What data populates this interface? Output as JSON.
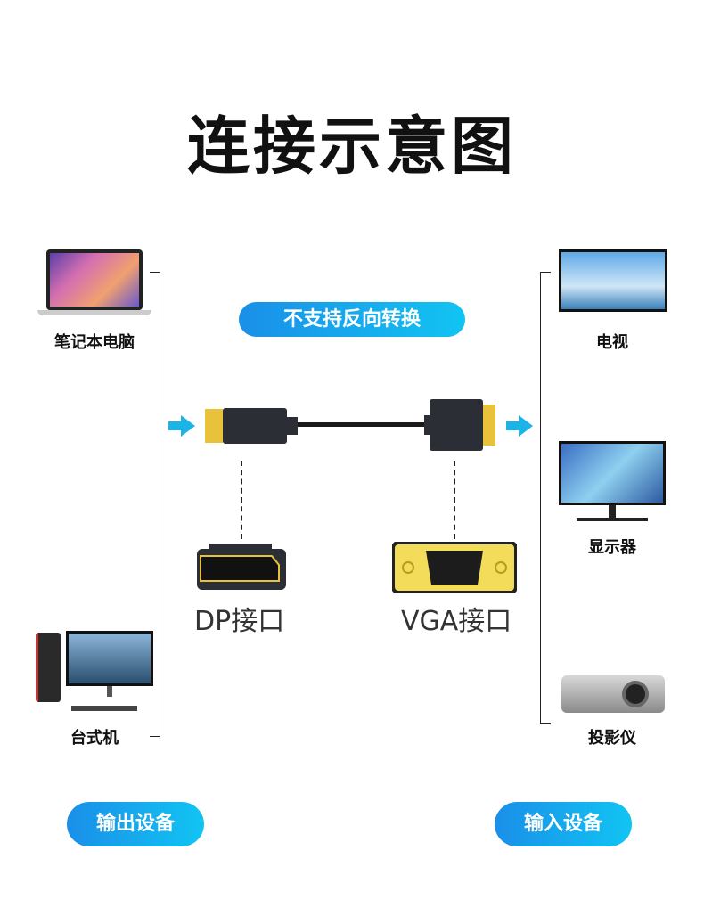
{
  "title": "连接示意图",
  "banner": "不支持反向转换",
  "output_devices": [
    {
      "label": "笔记本电脑"
    },
    {
      "label": "台式机"
    }
  ],
  "input_devices": [
    {
      "label": "电视"
    },
    {
      "label": "显示器"
    },
    {
      "label": "投影仪"
    }
  ],
  "connectors": {
    "dp": "DP接口",
    "vga": "VGA接口"
  },
  "footer": {
    "output": "输出设备",
    "input": "输入设备"
  },
  "colors": {
    "accent": "#1a8fe8",
    "arrow": "#1cb3e6",
    "gold": "#f2dc5a"
  }
}
